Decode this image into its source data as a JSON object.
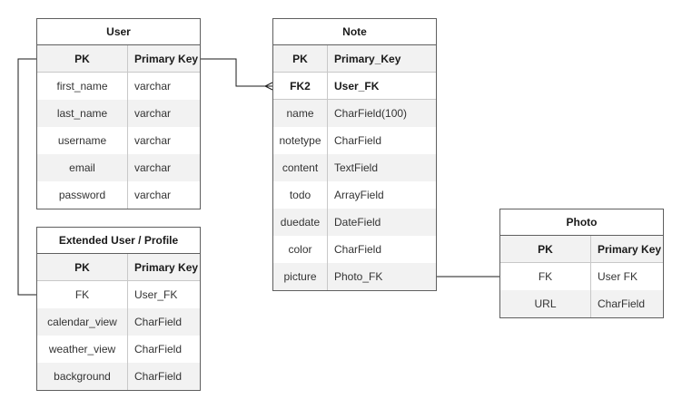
{
  "entities": {
    "user": {
      "title": "User",
      "rows": [
        {
          "key": "PK",
          "value": "Primary Key",
          "pk": true
        },
        {
          "key": "first_name",
          "value": "varchar"
        },
        {
          "key": "last_name",
          "value": "varchar"
        },
        {
          "key": "username",
          "value": "varchar"
        },
        {
          "key": "email",
          "value": "varchar"
        },
        {
          "key": "password",
          "value": "varchar"
        }
      ]
    },
    "profile": {
      "title": "Extended User / Profile",
      "rows": [
        {
          "key": "PK",
          "value": "Primary Key",
          "pk": true
        },
        {
          "key": "FK",
          "value": "User_FK"
        },
        {
          "key": "calendar_view",
          "value": "CharField"
        },
        {
          "key": "weather_view",
          "value": "CharField"
        },
        {
          "key": "background",
          "value": "CharField"
        }
      ]
    },
    "note": {
      "title": "Note",
      "rows": [
        {
          "key": "PK",
          "value": "Primary_Key",
          "pk": true
        },
        {
          "key": "FK2",
          "value": "User_FK",
          "pk": true
        },
        {
          "key": "name",
          "value": "CharField(100)"
        },
        {
          "key": "notetype",
          "value": "CharField"
        },
        {
          "key": "content",
          "value": "TextField"
        },
        {
          "key": "todo",
          "value": "ArrayField"
        },
        {
          "key": "duedate",
          "value": "DateField"
        },
        {
          "key": "color",
          "value": "CharField"
        },
        {
          "key": "picture",
          "value": "Photo_FK"
        }
      ]
    },
    "photo": {
      "title": "Photo",
      "rows": [
        {
          "key": "PK",
          "value": "Primary Key",
          "pk": true
        },
        {
          "key": "FK",
          "value": "User FK"
        },
        {
          "key": "URL",
          "value": "CharField"
        }
      ]
    }
  },
  "relationships": [
    {
      "from": "user.PK",
      "to": "note.FK2",
      "end": "crow-foot"
    },
    {
      "from": "user.PK",
      "to": "profile.FK",
      "end": "one"
    },
    {
      "from": "note.picture",
      "to": "photo.FK",
      "end": "one"
    }
  ]
}
